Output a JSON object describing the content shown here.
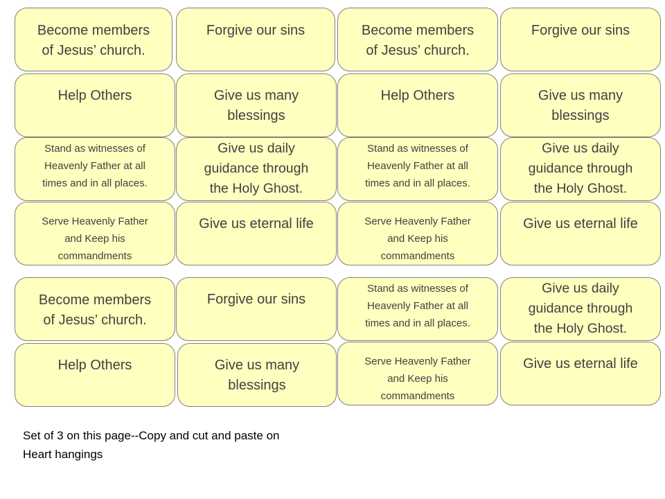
{
  "cards": {
    "become_members": "Become members\nof Jesus’ church.",
    "forgive_sins": "Forgive our sins",
    "help_others": "Help Others",
    "many_blessings": "Give us many\nblessings",
    "stand_witnesses": "Stand as witnesses of\nHeavenly Father at all\ntimes and in all places.",
    "daily_guidance": "Give us daily\nguidance through\nthe Holy Ghost.",
    "serve_father": "Serve Heavenly Father\nand Keep his\ncommandments",
    "eternal_life": "Give us eternal life"
  },
  "note": "Set of 3 on this page--Copy and cut and paste on\nHeart hangings",
  "colors": {
    "card_fill": "#ffffc0",
    "card_border": "#7f7f7f",
    "card_text": "#404040"
  }
}
